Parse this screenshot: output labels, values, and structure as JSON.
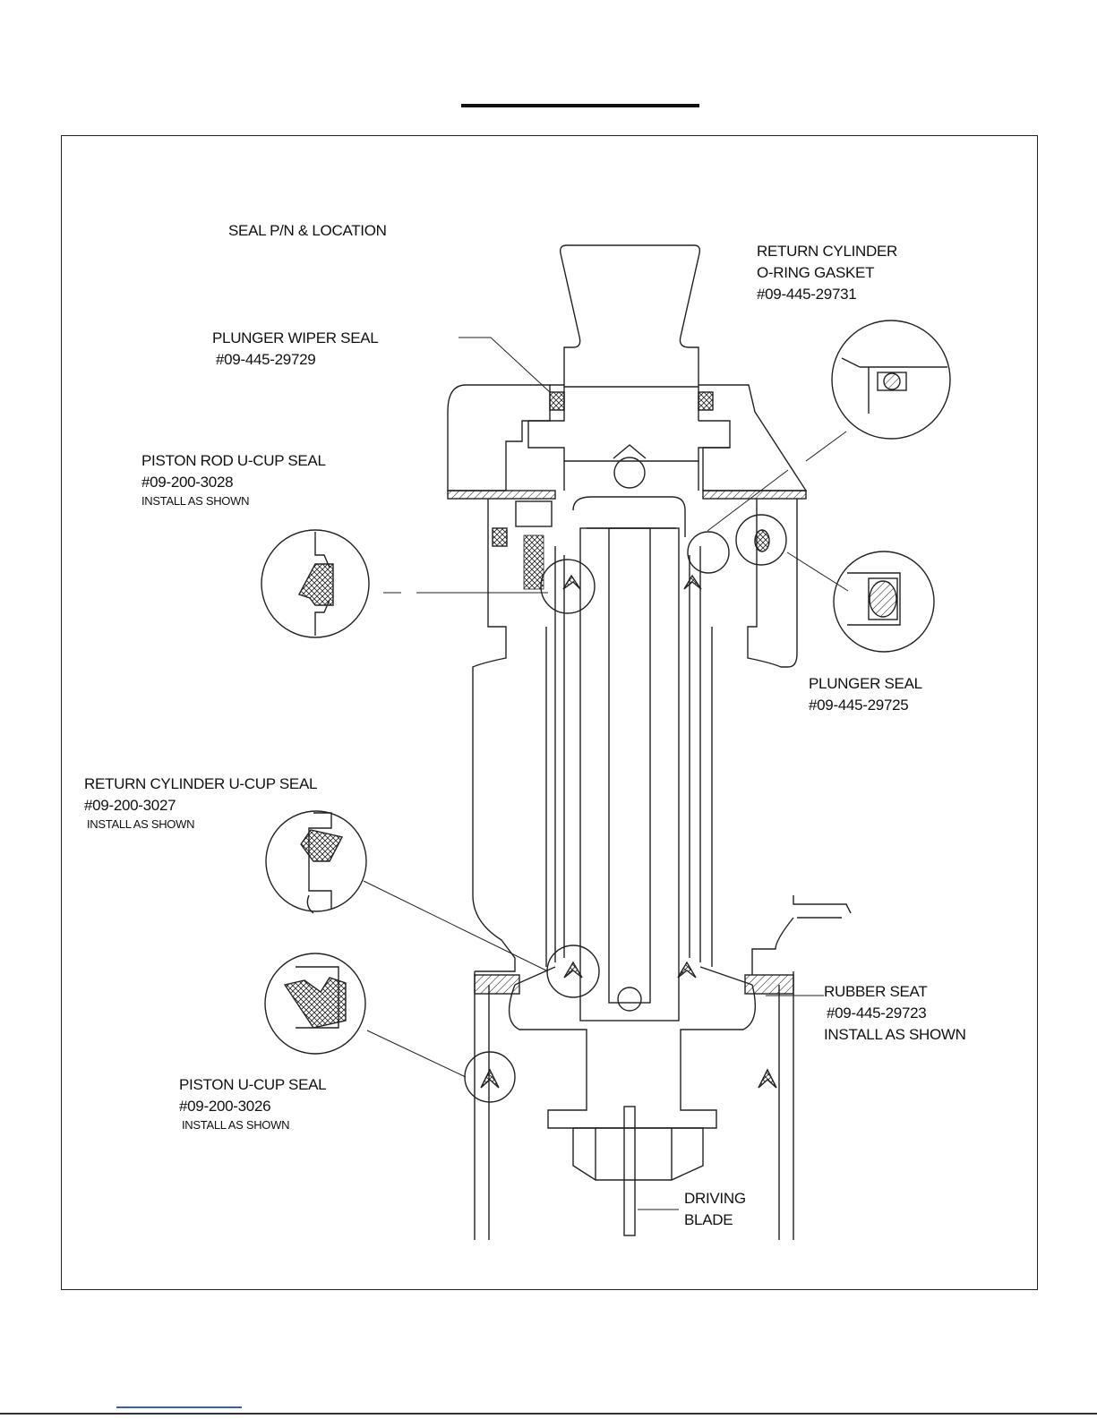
{
  "diagram": {
    "heading": "SEAL P/N & LOCATION",
    "labels": {
      "return_cylinder_gasket": {
        "name": "RETURN CYLINDER",
        "name2": "O-RING GASKET",
        "part": "#09-445-29731"
      },
      "plunger_wiper_seal": {
        "name": "PLUNGER WIPER SEAL",
        "part": "#09-445-29729"
      },
      "piston_rod_ucup": {
        "name": "PISTON ROD U-CUP SEAL",
        "part": "#09-200-3028",
        "note": "INSTALL AS SHOWN"
      },
      "plunger_seal": {
        "name": "PLUNGER SEAL",
        "part": "#09-445-29725"
      },
      "return_cylinder_ucup": {
        "name": "RETURN CYLINDER U-CUP SEAL",
        "part": "#09-200-3027",
        "note": "INSTALL AS SHOWN"
      },
      "rubber_seat": {
        "name": "RUBBER SEAT",
        "part": "#09-445-29723",
        "note": "INSTALL AS SHOWN"
      },
      "piston_ucup": {
        "name": "PISTON U-CUP SEAL",
        "part": "#09-200-3026",
        "note": "INSTALL AS SHOWN"
      },
      "driving_blade": {
        "name": "DRIVING",
        "name2": "BLADE"
      }
    }
  }
}
